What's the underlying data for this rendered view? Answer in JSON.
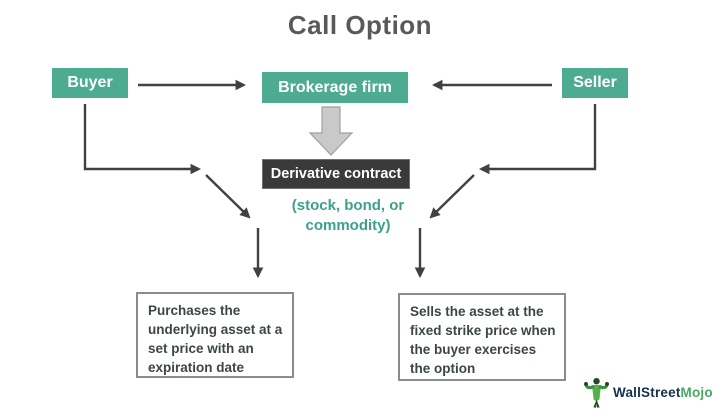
{
  "colors": {
    "background": "#ffffff",
    "teal": "#4cab90",
    "dark_box": "#3a3a3a",
    "arrow": "#3e4245",
    "block_arrow_fill": "#c9c9c9",
    "block_arrow_border": "#a0a0a0",
    "title_text": "#595959",
    "outcome_text": "#3d4647",
    "note_text": "#3da18a",
    "outcome_border": "#8c8c8c",
    "logo_navy": "#14304d",
    "logo_green": "#48a860"
  },
  "diagram": {
    "title": "Call Option",
    "nodes": {
      "buyer": "Buyer",
      "brokerage": "Brokerage firm",
      "seller": "Seller",
      "derivative": "Derivative contract",
      "derivative_note": "(stock, bond, or commodity)",
      "buyer_outcome": "Purchases the underlying asset at a set price with an expiration date",
      "seller_outcome": "Sells the asset at the fixed strike price when the buyer exercises the option"
    }
  },
  "branding": {
    "logo_prefix": "WallStreet",
    "logo_suffix": "Mojo"
  }
}
